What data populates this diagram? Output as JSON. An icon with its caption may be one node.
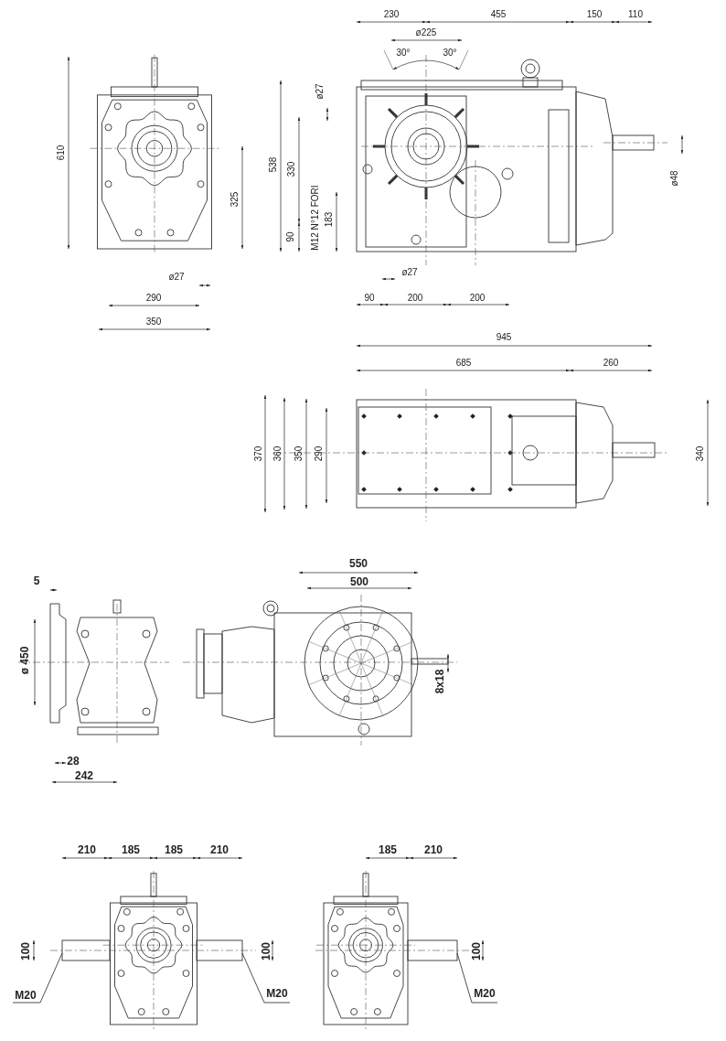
{
  "diagram": {
    "nodes": [
      {
        "text": [
          "M20"
        ]
      },
      {
        "text": [
          "M20"
        ]
      },
      {
        "text": [
          "M20"
        ]
      }
    ],
    "edges": [
      {
        "from": 0,
        "to": null,
        "arrow": "none"
      },
      {
        "from": 1,
        "to": null,
        "arrow": "none"
      },
      {
        "from": 2,
        "to": null,
        "arrow": "none"
      }
    ],
    "labels": [
      "610",
      "325",
      "ø27",
      "290",
      "350",
      "230",
      "455",
      "150",
      "110",
      "ø225",
      "30°",
      "30°",
      "ø27",
      "538",
      "330",
      "M12 N°12 FORI",
      "183",
      "90",
      "ø48",
      "ø27",
      "90",
      "200",
      "200",
      "945",
      "685",
      "260",
      "370",
      "360",
      "350",
      "290",
      "340",
      "5",
      "ø 450",
      "28",
      "242",
      "550",
      "500",
      "8x18",
      "210",
      "185",
      "185",
      "210",
      "100",
      "100",
      "185",
      "210",
      "100"
    ]
  }
}
